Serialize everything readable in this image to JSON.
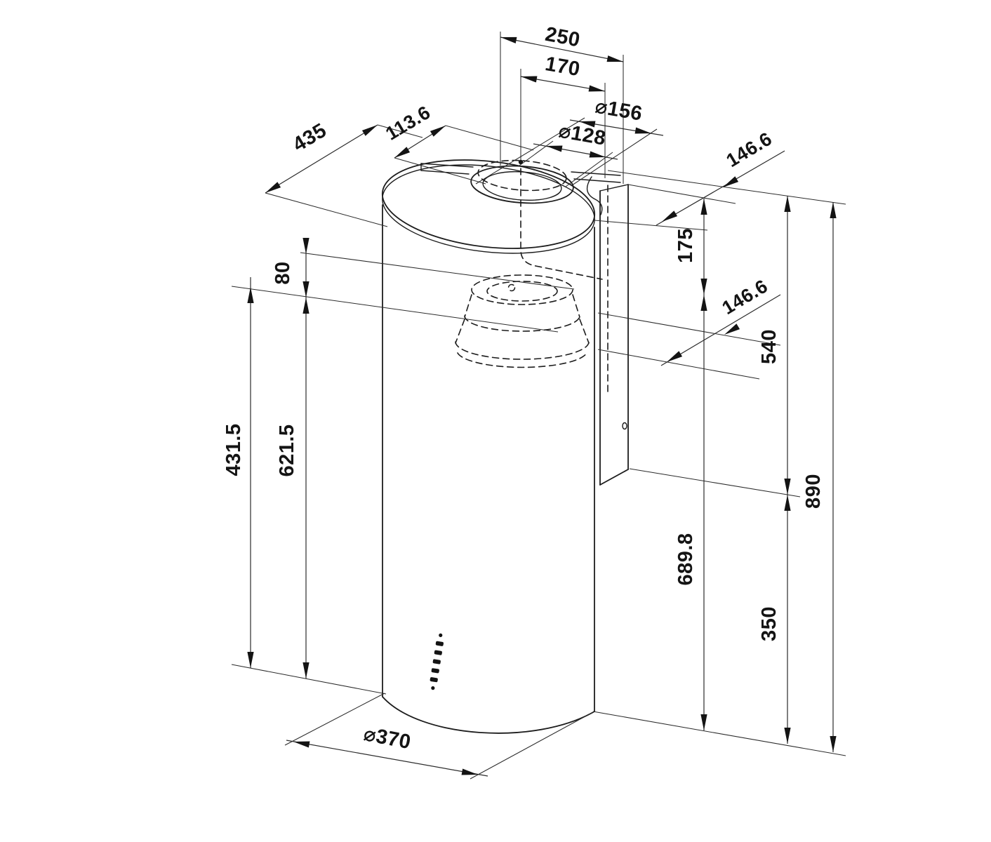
{
  "drawing": {
    "kind": "technical-dimension-drawing",
    "subject": "cylindrical-wall-hood-isometric"
  },
  "dims": {
    "d250": "250",
    "d170": "170",
    "d156": "⌀156",
    "d128": "⌀128",
    "d435": "435",
    "d113_6": "113.6",
    "d146_6a": "146.6",
    "d175": "175",
    "d146_6b": "146.6",
    "d540": "540",
    "d890": "890",
    "d80": "80",
    "d431_5": "431.5",
    "d621_5": "621.5",
    "d689_8": "689.8",
    "d350": "350",
    "d370": "⌀370"
  }
}
